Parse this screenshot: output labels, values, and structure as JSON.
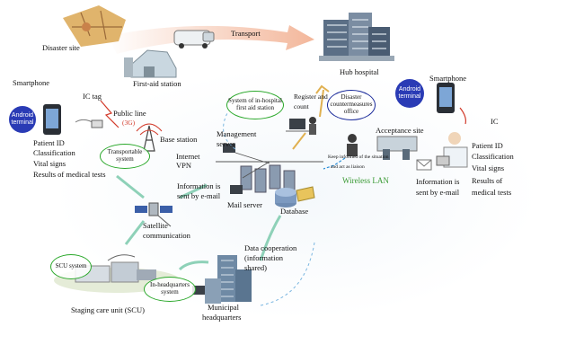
{
  "labels": {
    "disaster_site": "Disaster site",
    "first_aid_station": "First-aid station",
    "transport": "Transport",
    "hub_hospital": "Hub hospital",
    "smartphone_left": "Smartphone",
    "ic_tag": "IC tag",
    "android_left": "Android terminal",
    "public_line": "Public line",
    "public_line_3g": "(3G)",
    "base_station": "Base station",
    "patient_left": [
      "Patient ID",
      "Classification",
      "Vital signs",
      "Results of medical tests"
    ],
    "transportable_system": "Transportable system",
    "internet_vpn": [
      "Internet",
      "VPN"
    ],
    "info_email_left": [
      "Information is",
      "sent by e-mail"
    ],
    "mail_server": "Mail server",
    "management_server": [
      "Management",
      "server"
    ],
    "database": "Database",
    "system_inhospital": "System of in-hospital first aid station",
    "register_count": [
      "Register and",
      "count"
    ],
    "disaster_office": "Disaster countermeasures office",
    "acceptance_site": "Acceptance site",
    "keep_informed": [
      "Keep informed of the situation",
      "and act as liaison"
    ],
    "wireless_lan": "Wireless LAN",
    "info_email_right": [
      "Information is",
      "sent by e-mail"
    ],
    "smartphone_right": "Smartphone",
    "android_right": "Android terminal",
    "ic_right": "IC",
    "patient_right": [
      "Patient ID",
      "Classification",
      "Vital signs",
      "Results of",
      "medical tests"
    ],
    "satellite": [
      "Satellite",
      "communication"
    ],
    "data_cooperation": [
      "Data cooperation",
      "(information",
      "shared)"
    ],
    "scu_system": "SCU system",
    "staging_care_unit": "Staging care unit (SCU)",
    "inhq_system": "In-headquarters system",
    "municipal_hq": [
      "Municipal",
      "headquarters"
    ]
  },
  "colors": {
    "transport_arrow": "#f6c9b3",
    "green_oval": "#2aa82a",
    "blue_oval": "#1a2a9a",
    "android_badge": "#2a3bb5",
    "link_green": "#8ed1b8",
    "link_dashed": "#7ab6e0"
  }
}
